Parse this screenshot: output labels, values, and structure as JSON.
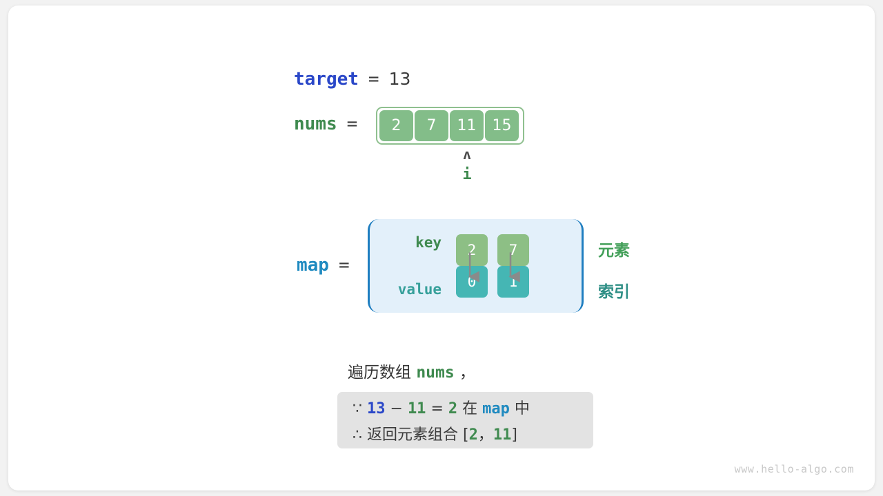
{
  "diagram": {
    "target": {
      "label": "target",
      "equals": "=",
      "value": "13"
    },
    "nums": {
      "label": "nums",
      "equals": "=",
      "cells": [
        "2",
        "7",
        "11",
        "15"
      ],
      "pointer": {
        "caret": "ʌ",
        "label": "i",
        "index": 2
      }
    },
    "map": {
      "label": "map",
      "equals": "=",
      "key_label": "key",
      "value_label": "value",
      "keys": [
        "2",
        "7"
      ],
      "values": [
        "0",
        "1"
      ],
      "side_labels": {
        "element": "元素",
        "index": "索引"
      }
    },
    "traverse": {
      "prefix": "遍历数组",
      "code": "nums",
      "suffix": "，"
    },
    "conclusion": {
      "line1": {
        "because": "∵",
        "a": "13",
        "minus": "−",
        "b": "11",
        "equals": "=",
        "c": "2",
        "in": "在",
        "map": "map",
        "zhong": "中"
      },
      "line2": {
        "therefore": "∴",
        "text": "返回元素组合",
        "open": "[",
        "x": "2",
        "comma": "，",
        "y": "11",
        "close": "]"
      }
    },
    "watermark": "www.hello-algo.com",
    "colors": {
      "target_blue": "#2a47c8",
      "map_blue": "#1f8ac0",
      "green": "#3f8a4f",
      "cell_green": "#83bd89",
      "key_green": "#8dbf85",
      "value_teal": "#45b6b4",
      "map_bg": "#e3f0fa",
      "conclusion_bg": "#e3e3e3",
      "arrow_gray": "#8a8a8a"
    }
  }
}
